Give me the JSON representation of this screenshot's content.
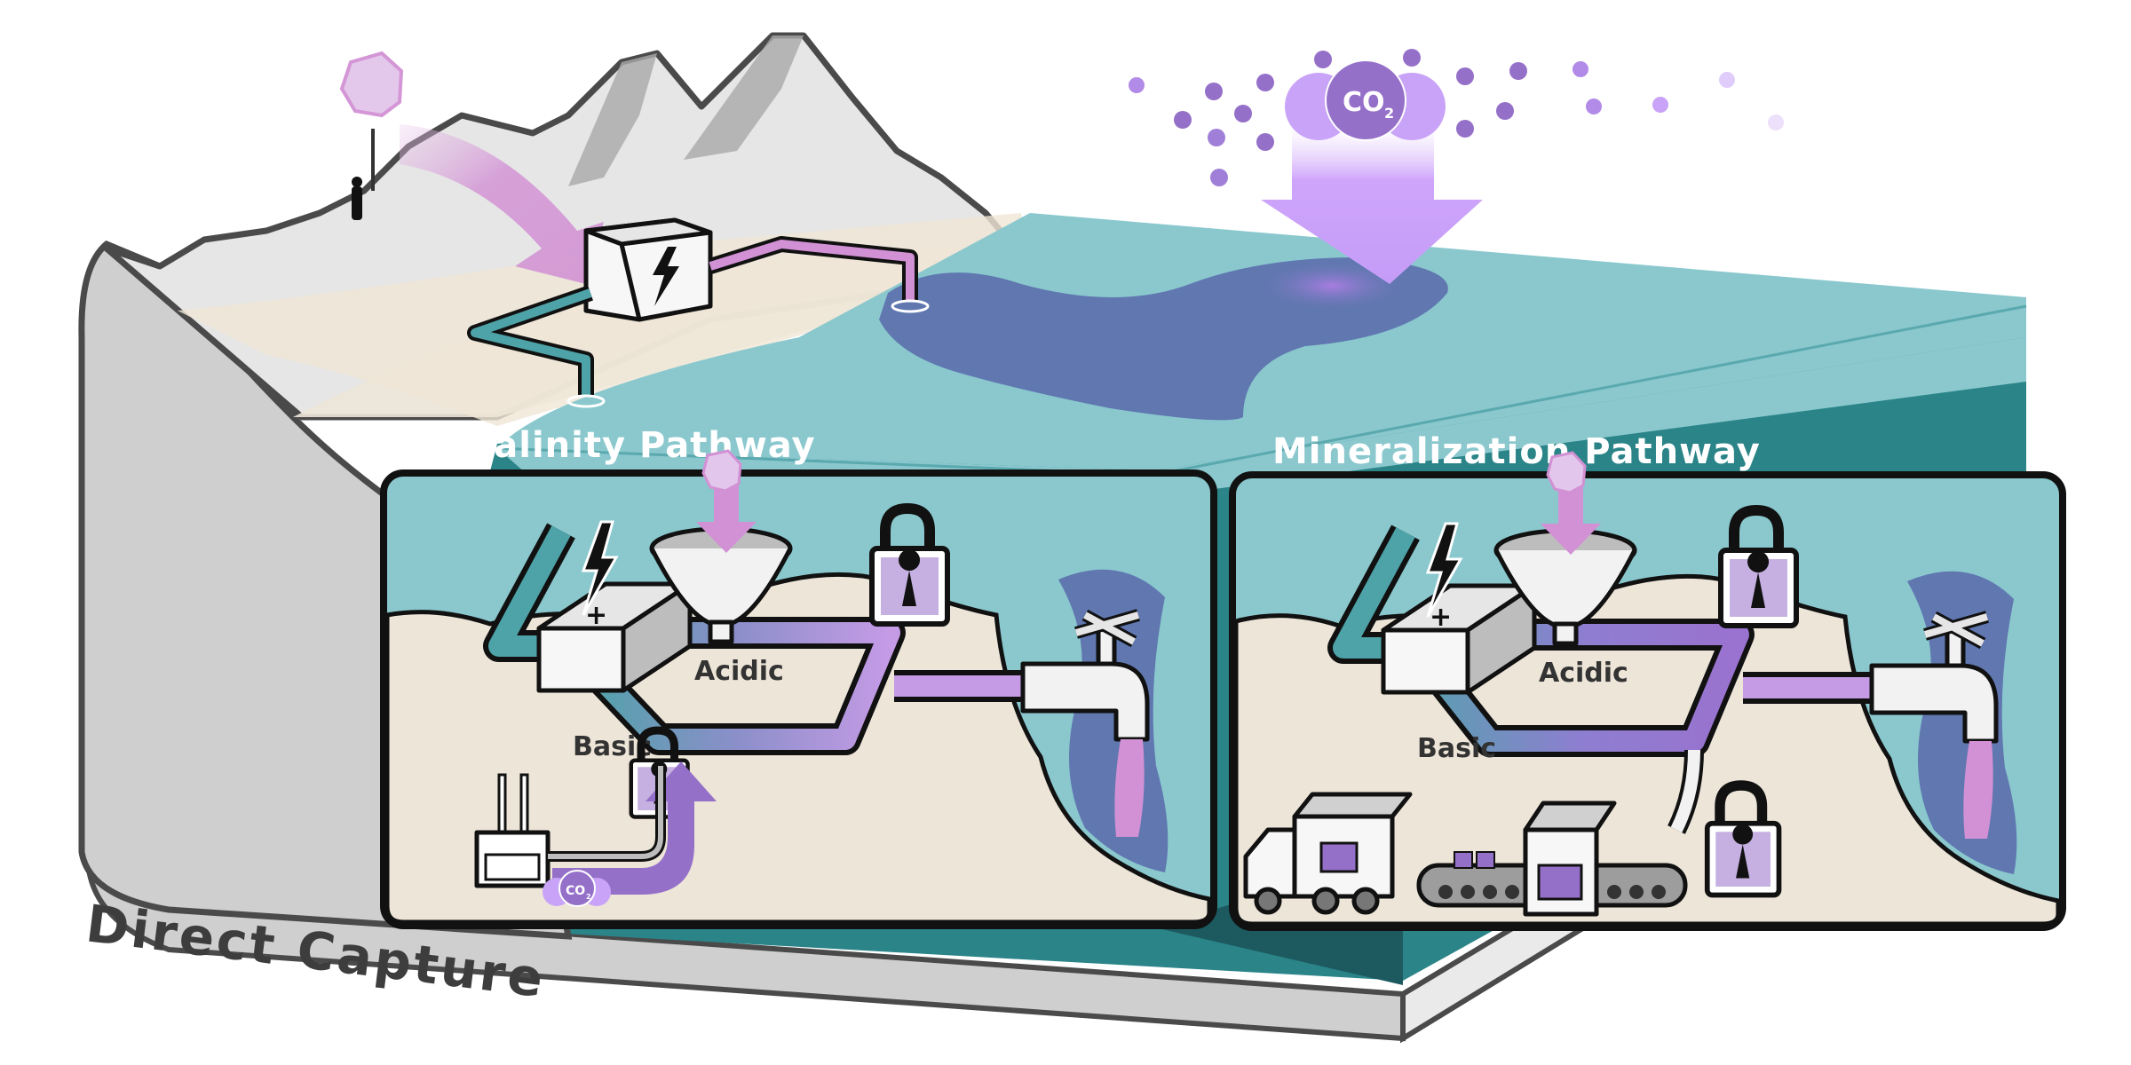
{
  "diagram": {
    "title_labels": {
      "alkalinity": "Alkalinity Pathway",
      "mineralization": "Mineralization Pathway",
      "direct_capture": "Direct Capture"
    },
    "co2": {
      "main": "CO",
      "subscript": "2"
    },
    "panels": [
      {
        "name": "alkalinity",
        "acid_label": "Acidic",
        "base_label": "Basic",
        "emitter_co2": "CO",
        "emitter_co2_sub": "2"
      },
      {
        "name": "mineralization",
        "acid_label": "Acidic",
        "base_label": "Basic"
      }
    ],
    "colors": {
      "ocean_surface": "#8ac8ce",
      "ocean_deep": "#2a8488",
      "ocean_darker": "#1d5a60",
      "plume": "#6077b0",
      "co2_purple": "#9570c9",
      "co2_light": "#c9a3f7",
      "mineral_pink": "#d291d4",
      "sand": "#ede5d8",
      "rock_grey": "#cfcfcf",
      "rock_light": "#e9e9e9",
      "outline": "#111111"
    }
  }
}
